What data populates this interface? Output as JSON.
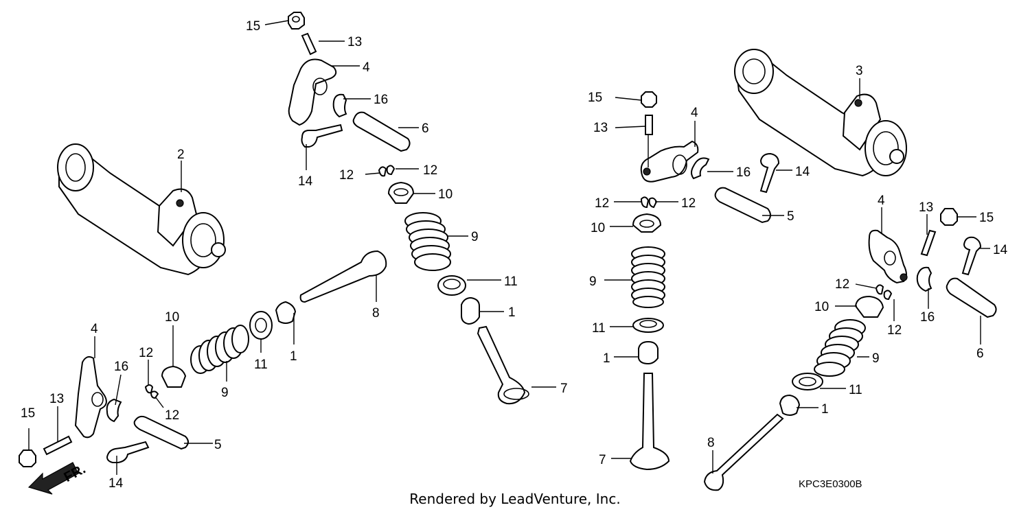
{
  "diagram": {
    "code": "KPC3E0300B",
    "footer": "Rendered by LeadVenture, Inc.",
    "front_marker": "FR."
  },
  "callouts": [
    {
      "id": "c15a",
      "text": "15"
    },
    {
      "id": "c13a",
      "text": "13"
    },
    {
      "id": "c4a",
      "text": "4"
    },
    {
      "id": "c16a",
      "text": "16"
    },
    {
      "id": "c6a",
      "text": "6"
    },
    {
      "id": "c14a",
      "text": "14"
    },
    {
      "id": "c12a",
      "text": "12"
    },
    {
      "id": "c12b",
      "text": "12"
    },
    {
      "id": "c10a",
      "text": "10"
    },
    {
      "id": "c9a",
      "text": "9"
    },
    {
      "id": "c11a",
      "text": "11"
    },
    {
      "id": "c1a",
      "text": "1"
    },
    {
      "id": "c7a",
      "text": "7"
    },
    {
      "id": "c8a",
      "text": "8"
    },
    {
      "id": "c2a",
      "text": "2"
    },
    {
      "id": "c4b",
      "text": "4"
    },
    {
      "id": "c10b",
      "text": "10"
    },
    {
      "id": "c16b",
      "text": "16"
    },
    {
      "id": "c12c",
      "text": "12"
    },
    {
      "id": "c12d",
      "text": "12"
    },
    {
      "id": "c9b",
      "text": "9"
    },
    {
      "id": "c11b",
      "text": "11"
    },
    {
      "id": "c1b",
      "text": "1"
    },
    {
      "id": "c13b",
      "text": "13"
    },
    {
      "id": "c15b",
      "text": "15"
    },
    {
      "id": "c5a",
      "text": "5"
    },
    {
      "id": "c14b",
      "text": "14"
    },
    {
      "id": "c15c",
      "text": "15"
    },
    {
      "id": "c13c",
      "text": "13"
    },
    {
      "id": "c4c",
      "text": "4"
    },
    {
      "id": "c16c",
      "text": "16"
    },
    {
      "id": "c14c",
      "text": "14"
    },
    {
      "id": "c12e",
      "text": "12"
    },
    {
      "id": "c12f",
      "text": "12"
    },
    {
      "id": "c5b",
      "text": "5"
    },
    {
      "id": "c10c",
      "text": "10"
    },
    {
      "id": "c9c",
      "text": "9"
    },
    {
      "id": "c11c",
      "text": "11"
    },
    {
      "id": "c1c",
      "text": "1"
    },
    {
      "id": "c7b",
      "text": "7"
    },
    {
      "id": "c3a",
      "text": "3"
    },
    {
      "id": "c4d",
      "text": "4"
    },
    {
      "id": "c13d",
      "text": "13"
    },
    {
      "id": "c15d",
      "text": "15"
    },
    {
      "id": "c14d",
      "text": "14"
    },
    {
      "id": "c12g",
      "text": "12"
    },
    {
      "id": "c10d",
      "text": "10"
    },
    {
      "id": "c12h",
      "text": "12"
    },
    {
      "id": "c16d",
      "text": "16"
    },
    {
      "id": "c6b",
      "text": "6"
    },
    {
      "id": "c9d",
      "text": "9"
    },
    {
      "id": "c11d",
      "text": "11"
    },
    {
      "id": "c1d",
      "text": "1"
    },
    {
      "id": "c8b",
      "text": "8"
    }
  ]
}
